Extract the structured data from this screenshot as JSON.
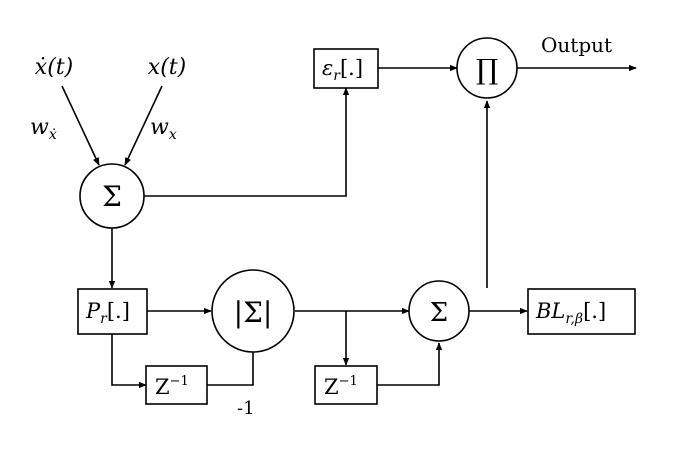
{
  "inputs": {
    "xdot": "ẋ(t)",
    "x": "x(t)",
    "w_xdot": {
      "base": "w",
      "sub": "ẋ"
    },
    "w_x": {
      "base": "w",
      "sub": "x"
    }
  },
  "nodes": {
    "sum1": "Σ",
    "eps": {
      "base": "ε",
      "sub": "r",
      "arg": "[.]"
    },
    "prod": "∏",
    "Pr": {
      "base": "P",
      "sub": "r",
      "arg": "[.]"
    },
    "abs_sum": "|Σ|",
    "sum2": "Σ",
    "BL": {
      "base": "BL",
      "sub": "r,β",
      "arg": "[.]"
    },
    "delay1": {
      "base": "Z",
      "sup": "−1"
    },
    "delay2": {
      "base": "Z",
      "sup": "−1"
    }
  },
  "labels": {
    "output": "Output",
    "neg_one": "-1"
  }
}
